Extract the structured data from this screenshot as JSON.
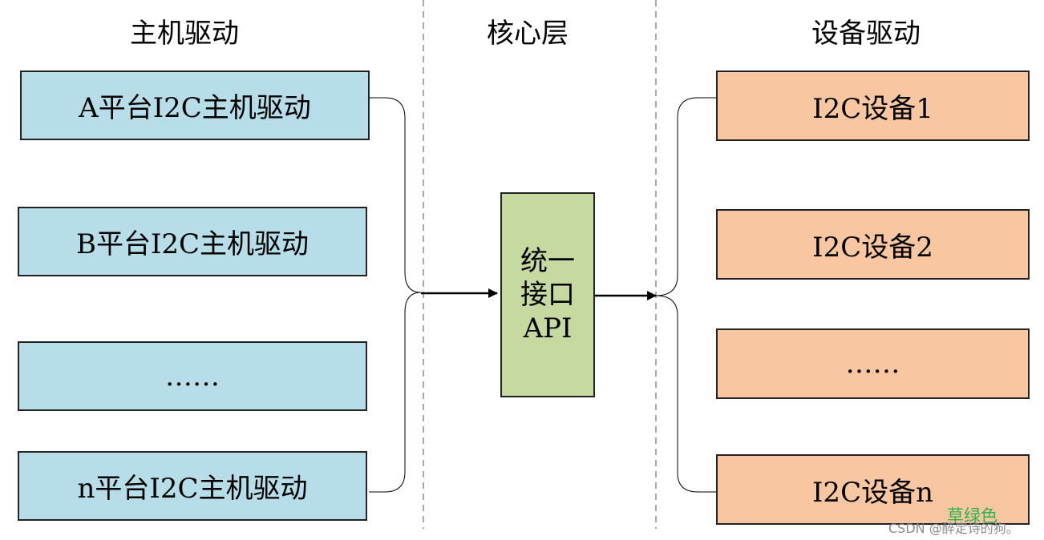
{
  "headers": {
    "host": "主机驱动",
    "core": "核心层",
    "device": "设备驱动"
  },
  "host_drivers": [
    "A平台I2C主机驱动",
    "B平台I2C主机驱动",
    "……",
    "n平台I2C主机驱动"
  ],
  "core_box": {
    "line1": "统一",
    "line2": "接口",
    "line3": "API"
  },
  "device_drivers": [
    "I2C设备1",
    "I2C设备2",
    "……",
    "I2C设备n"
  ],
  "watermark": {
    "brand": "草绿色",
    "credit": "CSDN @醉定诗的狗。"
  },
  "colors": {
    "host": "#b7dde8",
    "core": "#c6d9a0",
    "device": "#f8c6a0",
    "divider": "#aaaaaa"
  }
}
